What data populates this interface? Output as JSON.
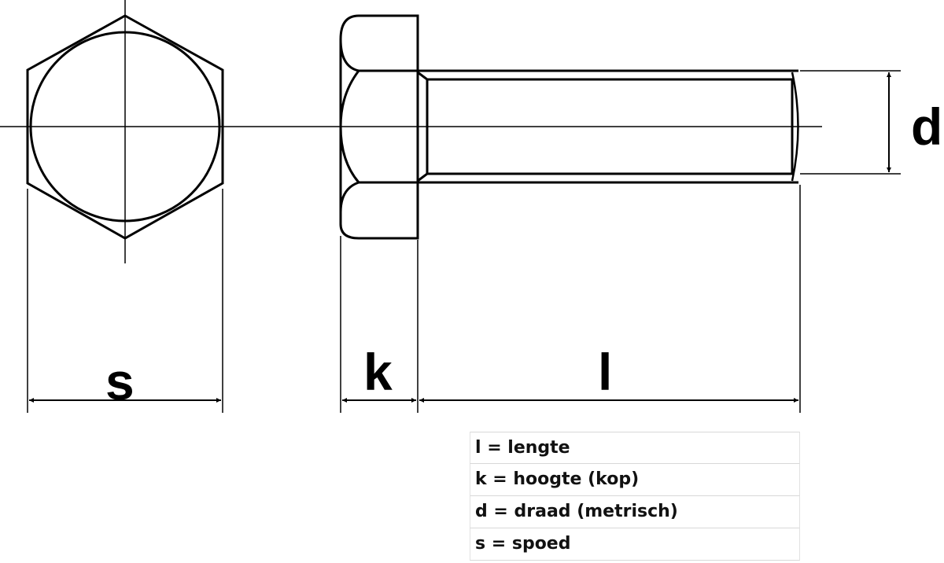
{
  "diagram": {
    "subject": "hex-bolt-technical-drawing",
    "stroke_color": "#000000",
    "background_color": "#ffffff",
    "dimensions": {
      "s": "s",
      "k": "k",
      "l": "l",
      "d": "d"
    }
  },
  "legend": {
    "rows": [
      {
        "text": "l = lengte"
      },
      {
        "text": "k = hoogte (kop)"
      },
      {
        "text": "d = draad (metrisch)"
      },
      {
        "text": "s = spoed"
      }
    ]
  }
}
